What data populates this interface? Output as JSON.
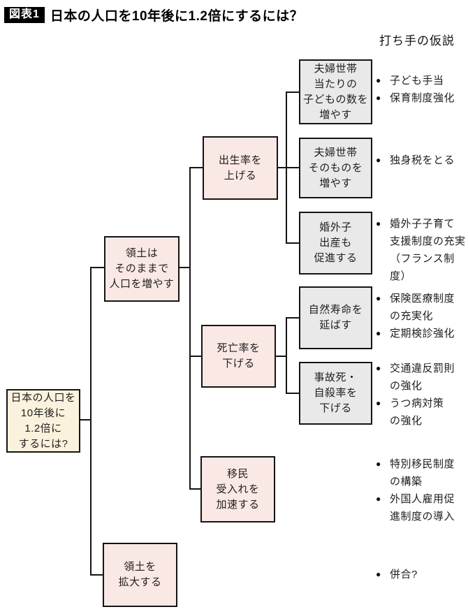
{
  "header": {
    "badge": "図表1",
    "title": "日本の人口を10年後に1.2倍にするには？",
    "hypothesis_heading": "打ち手の仮説"
  },
  "colors": {
    "pink": "#fae8e4",
    "cream": "#fbf2dd",
    "gray": "#e9e9e9",
    "line": "#141414"
  },
  "glyphs": {
    "bullet": "●"
  },
  "nodes": {
    "root": "日本の人口を\n10年後に\n1.2倍に\nするには?",
    "keep_territory": "領土は\nそのままで\n人口を増やす",
    "expand_territory": "領土を\n拡大する",
    "raise_birthrate": "出生率を\n上げる",
    "lower_mortality": "死亡率を\n下げる",
    "accelerate_immigration": "移民\n受入れを\n加速する",
    "more_children_per_household": "夫婦世帯\n当たりの\n子どもの数を\n増やす",
    "more_married_households": "夫婦世帯\nそのものを\n増やす",
    "promote_out_of_wedlock_birth": "婚外子\n出産も\n促進する",
    "extend_natural_lifespan": "自然寿命を\n延ばす",
    "reduce_accident_suicide": "事故死・\n自殺率を\n下げる"
  },
  "hypotheses": {
    "children_allowance": [
      "子ども手当",
      "保育制度強化"
    ],
    "single_tax": [
      "独身税をとる"
    ],
    "out_of_wedlock_support": [
      "婚外子子育て\n支援制度の充実\n（フランス制度）"
    ],
    "medical_system": [
      "保険医療制度\nの充実化",
      "定期検診強化"
    ],
    "traffic_depression": [
      "交通違反罰則\nの強化",
      "うつ病対策\nの強化"
    ],
    "immigration_programs": [
      "特別移民制度\nの構築",
      "外国人雇用促\n進制度の導入"
    ],
    "annexation": [
      "併合?"
    ]
  }
}
